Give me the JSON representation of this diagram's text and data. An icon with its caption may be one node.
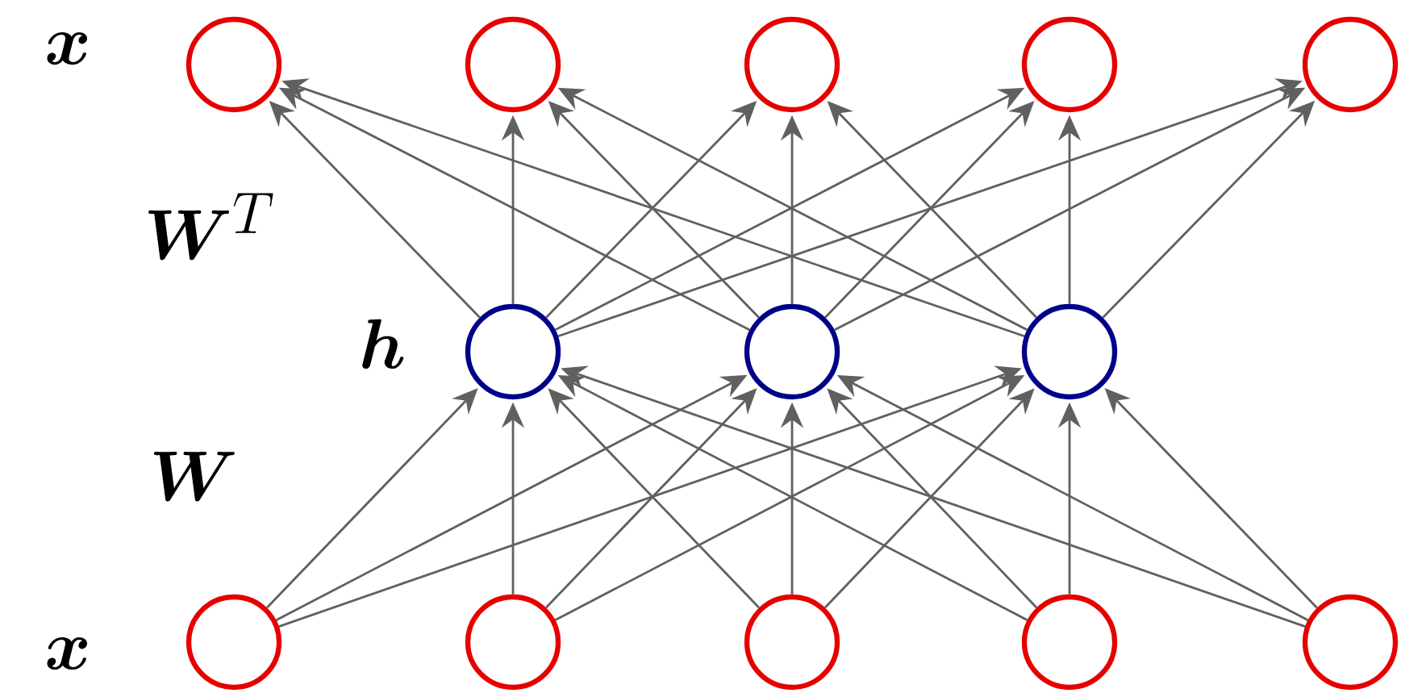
{
  "diagram": {
    "nodes": [
      {
        "text": [],
        "shape": "circle"
      },
      {
        "text": [],
        "shape": "circle"
      },
      {
        "text": [],
        "shape": "circle"
      },
      {
        "text": [],
        "shape": "circle"
      },
      {
        "text": [],
        "shape": "circle"
      },
      {
        "text": [],
        "shape": "circle"
      },
      {
        "text": [],
        "shape": "circle"
      },
      {
        "text": [],
        "shape": "circle"
      },
      {
        "text": [],
        "shape": "circle"
      },
      {
        "text": [],
        "shape": "circle"
      },
      {
        "text": [],
        "shape": "circle"
      },
      {
        "text": [],
        "shape": "circle"
      },
      {
        "text": [],
        "shape": "circle"
      }
    ],
    "edges": [
      {
        "from": 8,
        "to": 5,
        "arrow": "to"
      },
      {
        "from": 8,
        "to": 6,
        "arrow": "to"
      },
      {
        "from": 8,
        "to": 7,
        "arrow": "to"
      },
      {
        "from": 9,
        "to": 5,
        "arrow": "to"
      },
      {
        "from": 9,
        "to": 6,
        "arrow": "to"
      },
      {
        "from": 9,
        "to": 7,
        "arrow": "to"
      },
      {
        "from": 10,
        "to": 5,
        "arrow": "to"
      },
      {
        "from": 10,
        "to": 6,
        "arrow": "to"
      },
      {
        "from": 10,
        "to": 7,
        "arrow": "to"
      },
      {
        "from": 11,
        "to": 5,
        "arrow": "to"
      },
      {
        "from": 11,
        "to": 6,
        "arrow": "to"
      },
      {
        "from": 11,
        "to": 7,
        "arrow": "to"
      },
      {
        "from": 12,
        "to": 5,
        "arrow": "to"
      },
      {
        "from": 12,
        "to": 6,
        "arrow": "to"
      },
      {
        "from": 12,
        "to": 7,
        "arrow": "to"
      },
      {
        "from": 5,
        "to": 0,
        "arrow": "to"
      },
      {
        "from": 5,
        "to": 1,
        "arrow": "to"
      },
      {
        "from": 5,
        "to": 2,
        "arrow": "to"
      },
      {
        "from": 5,
        "to": 3,
        "arrow": "to"
      },
      {
        "from": 5,
        "to": 4,
        "arrow": "to"
      },
      {
        "from": 6,
        "to": 0,
        "arrow": "to"
      },
      {
        "from": 6,
        "to": 1,
        "arrow": "to"
      },
      {
        "from": 6,
        "to": 2,
        "arrow": "to"
      },
      {
        "from": 6,
        "to": 3,
        "arrow": "to"
      },
      {
        "from": 6,
        "to": 4,
        "arrow": "to"
      },
      {
        "from": 7,
        "to": 0,
        "arrow": "to"
      },
      {
        "from": 7,
        "to": 1,
        "arrow": "to"
      },
      {
        "from": 7,
        "to": 2,
        "arrow": "to"
      },
      {
        "from": 7,
        "to": 3,
        "arrow": "to"
      },
      {
        "from": 7,
        "to": 4,
        "arrow": "to"
      }
    ],
    "labels": [
      "\\boldsymbol{x}",
      "\\boldsymbol{W}^T",
      "\\boldsymbol{h}",
      "\\boldsymbol{W}",
      "\\boldsymbol{x}"
    ]
  }
}
